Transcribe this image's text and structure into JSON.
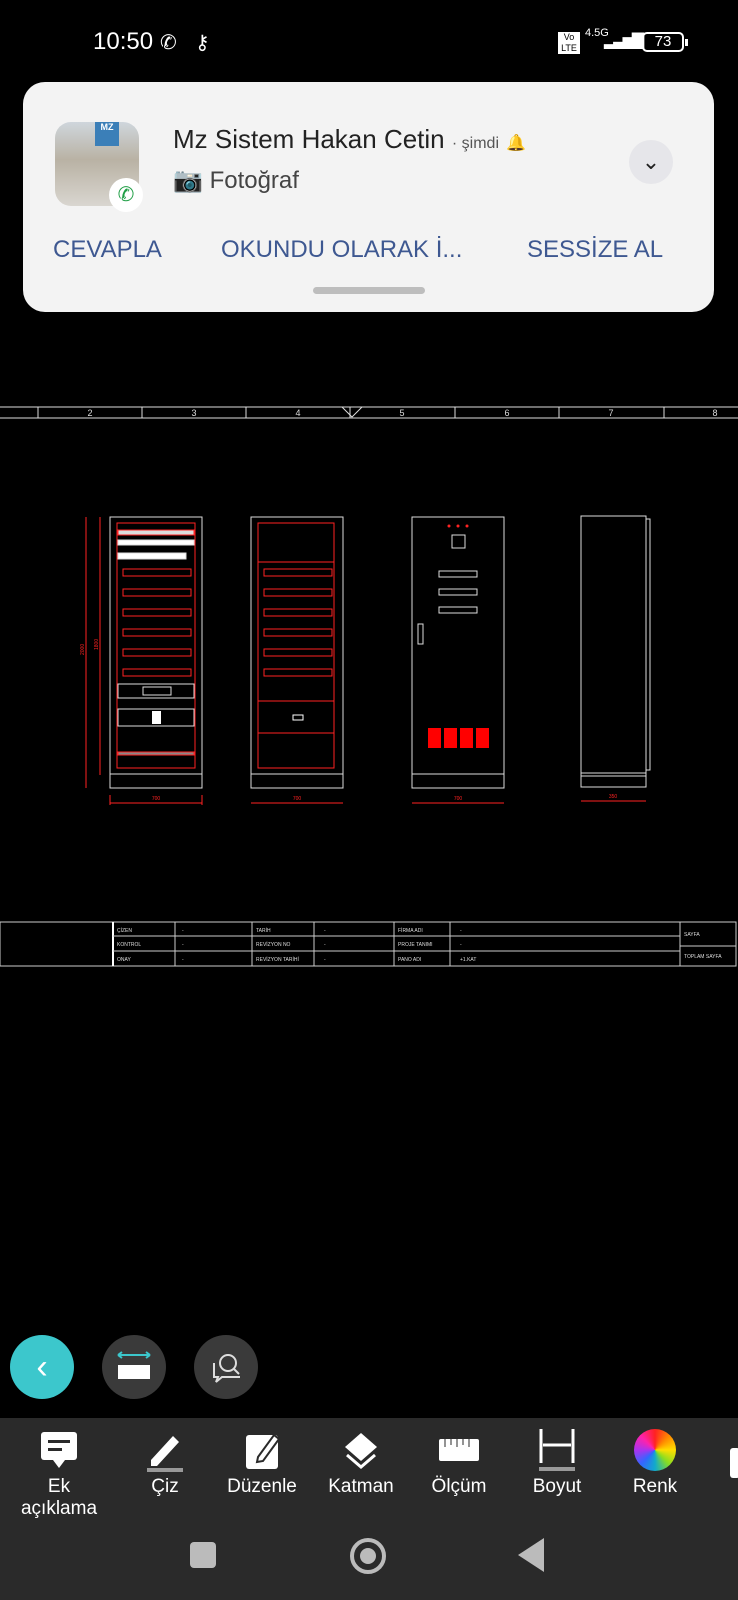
{
  "status_bar": {
    "time": "10:50",
    "network": "4.5G",
    "volte": "Vo LTE",
    "battery": "73"
  },
  "notification": {
    "sender": "Mz Sistem Hakan Cetin",
    "time": "· şimdi",
    "message": "Fotoğraf",
    "actions": [
      "CEVAPLA",
      "OKUNDU OLARAK İ...",
      "SESSİZE AL"
    ],
    "avatar_text": "MZ"
  },
  "drawing": {
    "ruler": [
      "2",
      "3",
      "4",
      "5",
      "6",
      "7",
      "8"
    ],
    "dimensions": {
      "front_width": "700",
      "side_inner_width": "700",
      "door_width": "700",
      "side_depth": "350",
      "total_height": "2000",
      "inner_height": "1800"
    },
    "title_block": {
      "rows": [
        {
          "l1": "ÇİZEN",
          "v1": "-",
          "l2": "TARİH",
          "v2": "-",
          "l3": "FİRMA ADI",
          "v3": "-"
        },
        {
          "l1": "KONTROL",
          "v1": "-",
          "l2": "REVİZYON NO",
          "v2": "-",
          "l3": "PROJE TANIMI",
          "v3": "-"
        },
        {
          "l1": "ONAY",
          "v1": "-",
          "l2": "REVİZYON TARİHİ",
          "v2": "-",
          "l3": "PANO ADI",
          "v3": "+1.KAT"
        }
      ],
      "page": "SAYFA",
      "total_pages": "TOPLAM SAYFA"
    }
  },
  "toolbar": {
    "items": [
      "Ek açıklama",
      "Çiz",
      "Düzenle",
      "Katman",
      "Ölçüm",
      "Boyut",
      "Renk"
    ]
  },
  "colors": {
    "accent": "#3cc7cc",
    "cad_red": "#ff1a1a",
    "action_blue": "#3e5891"
  }
}
